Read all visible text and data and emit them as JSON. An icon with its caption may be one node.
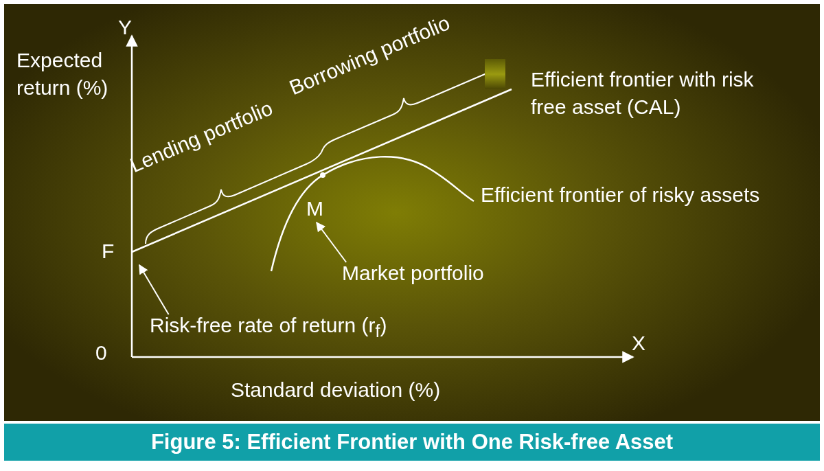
{
  "diagram": {
    "caption": "Figure 5: Efficient Frontier with One Risk-free Asset",
    "nodes": [
      {
        "text": [
          "Market portfolio"
        ]
      },
      {
        "text": [
          "M"
        ]
      },
      {
        "text": [
          "Risk-free rate of return (r$_{f}$)"
        ]
      },
      {
        "text": [
          "F"
        ]
      }
    ],
    "edges": [
      {
        "from": 0,
        "to": 1,
        "arrow": "to"
      },
      {
        "from": 2,
        "to": 3,
        "arrow": "to"
      }
    ],
    "labels": [
      "Y",
      "Expected return (%)",
      "Borrowing portfolio",
      "Efficient frontier with risk free asset (CAL)",
      "Lending portfolio",
      "Efficient frontier of risky assets",
      "0",
      "X",
      "Standard deviation (%)"
    ]
  }
}
